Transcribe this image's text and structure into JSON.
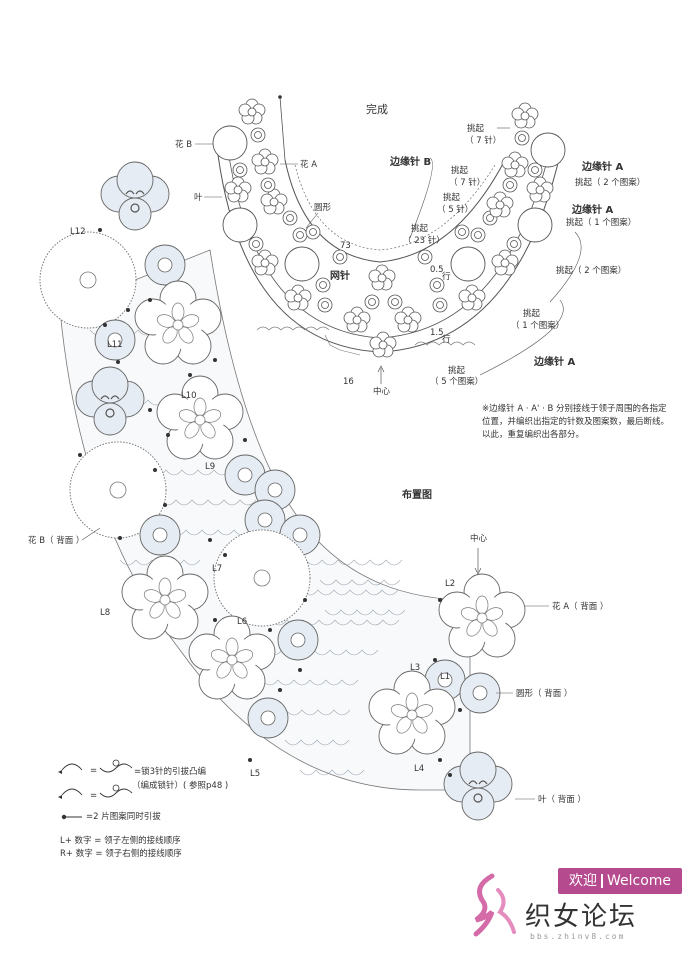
{
  "top_diagram": {
    "title": "完成",
    "labels": {
      "flower_b": "花 B",
      "flower_a": "花 A",
      "leaf": "叶",
      "round": "圆形",
      "n73": "73",
      "mesh": "网针",
      "edge_b": "边缘针 B",
      "edge_a_1": "边缘针 A",
      "edge_a_2": "边缘针 A",
      "edge_a_3": "边缘针 A",
      "n16": "16",
      "center": "中心",
      "pick_7a": "挑起",
      "pick_7a_n": "（ 7 针）",
      "pick_7b": "挑起",
      "pick_7b_n": "（ 7 针）",
      "pick_5": "挑起",
      "pick_5_n": "（ 5 针）",
      "pick_23": "挑起",
      "pick_23_n": "（ 23 针）",
      "rows_05": "0.5",
      "rows_05_u": "行",
      "rows_15": "1.5",
      "rows_15_u": "行",
      "pick_2p_a": "挑起（ 2 个图案）",
      "pick_1p_a": "挑起（ 1 个图案）",
      "pick_2p_b": "挑起（ 2 个图案）",
      "pick_1p_b": "挑起",
      "pick_1p_b_n": "（ 1 个图案）",
      "pick_5p": "挑起",
      "pick_5p_n": "（ 5 个图案）"
    },
    "note": "※边缘针 A · A' · B 分别接线于领子周围的各指定位置，并编织出指定的针数及图案数，最后断线。以此，重复编织出各部分。"
  },
  "layout_diagram": {
    "title": "布置图",
    "labels": {
      "center": "中心",
      "flower_a_back": "花 A（ 背面 ）",
      "round_back": "圆形（ 背面 ）",
      "leaf_back": "叶（ 背面 ）",
      "flower_b_back": "花 B（ 背面 ）",
      "L1": "L1",
      "L2": "L2",
      "L3": "L3",
      "L4": "L4",
      "L5": "L5",
      "L6": "L6",
      "L7": "L7",
      "L8": "L8",
      "L9": "L9",
      "L10": "L10",
      "L11": "L11",
      "L12": "L12"
    }
  },
  "legend": {
    "eq": "=",
    "picot_desc": "=锁3针的引拔凸编",
    "picot_desc2": "（编成锁针）( 参照p48 )",
    "join_desc": "=2 片图案同时引拔",
    "l_desc": "L+ 数字 = 领子左侧的接线顺序",
    "r_desc": "R+ 数字 = 领子右侧的接线顺序"
  },
  "watermark": {
    "welcome_cn": "欢迎",
    "welcome_en": "Welcome",
    "site_name": "织女论坛",
    "url": "bbs.zhinv8.com"
  }
}
